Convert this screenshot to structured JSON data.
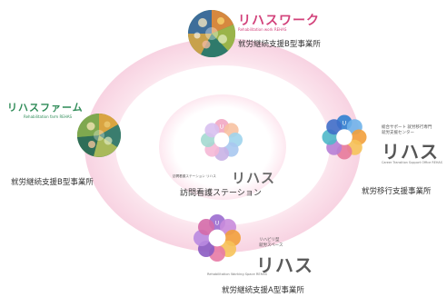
{
  "center": {
    "small_label": "訪問看護ステーション リハス",
    "brand": "リハス",
    "description": "訪問看護ステーション",
    "logo_icon": "flower-logo-icon",
    "colors": [
      "#f2a7c3",
      "#f7c2a2",
      "#9fd4ec",
      "#a8c8f0",
      "#c9b3e6",
      "#f5b8d6",
      "#a3d9d0",
      "#d8c0f0"
    ]
  },
  "rehas_work": {
    "brand": "リハスワーク",
    "subtitle": "Rehabilitation work REHAS",
    "description": "就労継続支援B型事業所",
    "accent_color": "#d2417a",
    "logo_icon": "vegetables-circle-logo-icon"
  },
  "rehas_farm": {
    "brand": "リハスファーム",
    "subtitle": "Rehabilitation farm REHAS",
    "description": "就労継続支援B型事業所",
    "accent_color": "#2e8b57",
    "logo_icon": "farm-produce-circle-logo-icon"
  },
  "rehas_career": {
    "small_label_1": "総合サポート 就労移行専門",
    "small_label_2": "就労支援センター",
    "brand": "リハス",
    "subtitle": "Career Transition Support Office REHAS",
    "description": "就労移行支援事業所",
    "logo_icon": "blue-flower-logo-icon"
  },
  "rehas_working_space": {
    "small_label_1": "リハビリ型",
    "small_label_2": "就労スペース",
    "brand": "リハス",
    "subtitle": "Rehabilitation Working Space REHAS",
    "description": "就労継続支援A型事業所",
    "logo_icon": "purple-flower-logo-icon"
  }
}
